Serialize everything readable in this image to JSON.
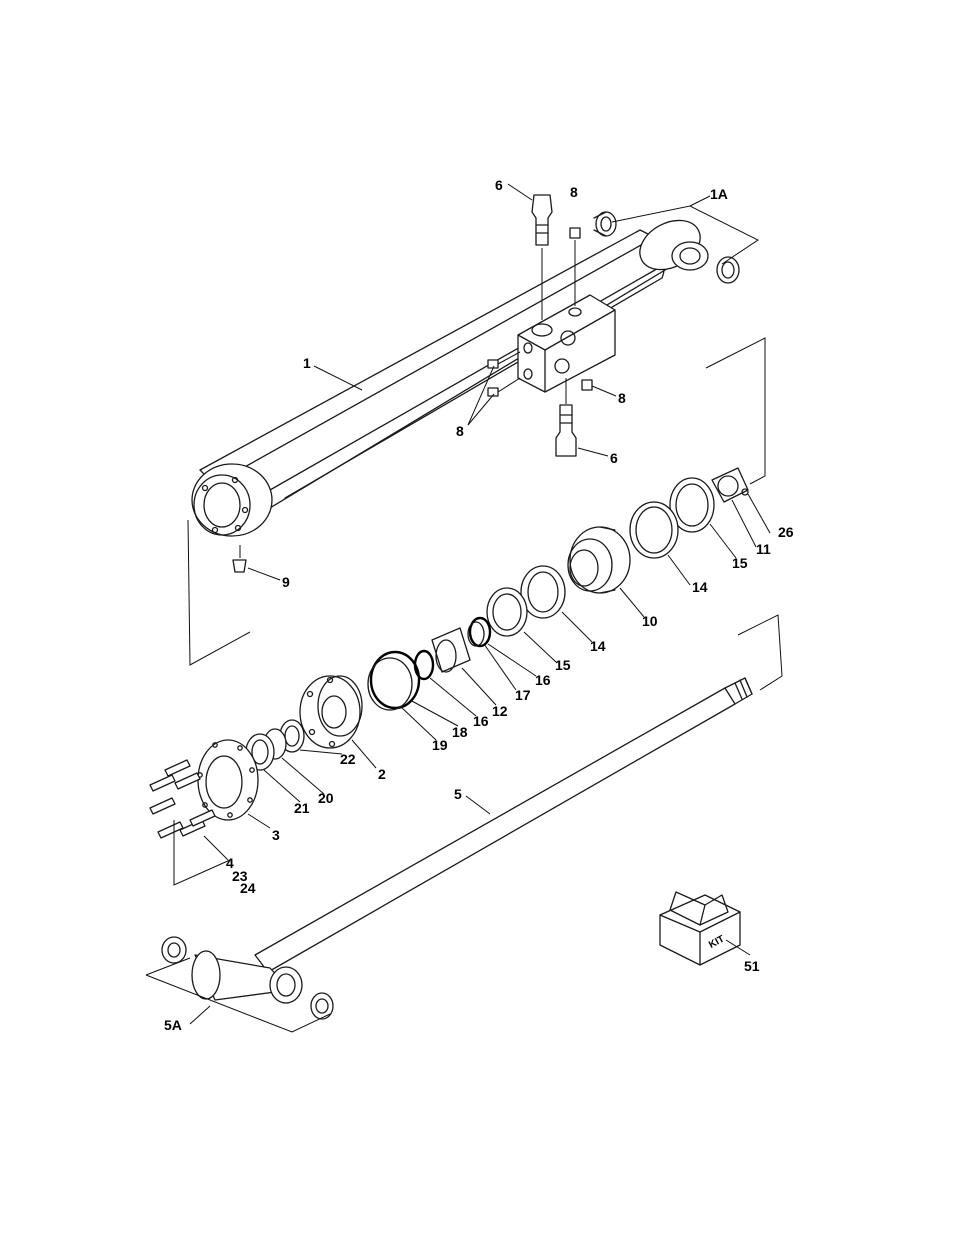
{
  "callouts": {
    "c_1": "1",
    "c_1a": "1A",
    "c_2": "2",
    "c_3": "3",
    "c_4": "4",
    "c_5": "5",
    "c_5a": "5A",
    "c_6_top": "6",
    "c_6_bottom": "6",
    "c_8_top": "8",
    "c_8_right": "8",
    "c_8_left": "8",
    "c_9": "9",
    "c_10": "10",
    "c_11": "11",
    "c_12": "12",
    "c_14_upper": "14",
    "c_14_lower": "14",
    "c_15_upper": "15",
    "c_15_lower": "15",
    "c_16_upper": "16",
    "c_16_lower": "16",
    "c_17": "17",
    "c_18": "18",
    "c_19": "19",
    "c_20": "20",
    "c_21": "21",
    "c_22": "22",
    "c_23": "23",
    "c_24": "24",
    "c_26": "26",
    "c_51": "51"
  },
  "kit_label": "KIT",
  "colors": {
    "line": "#1a1a1a",
    "background": "#ffffff"
  }
}
